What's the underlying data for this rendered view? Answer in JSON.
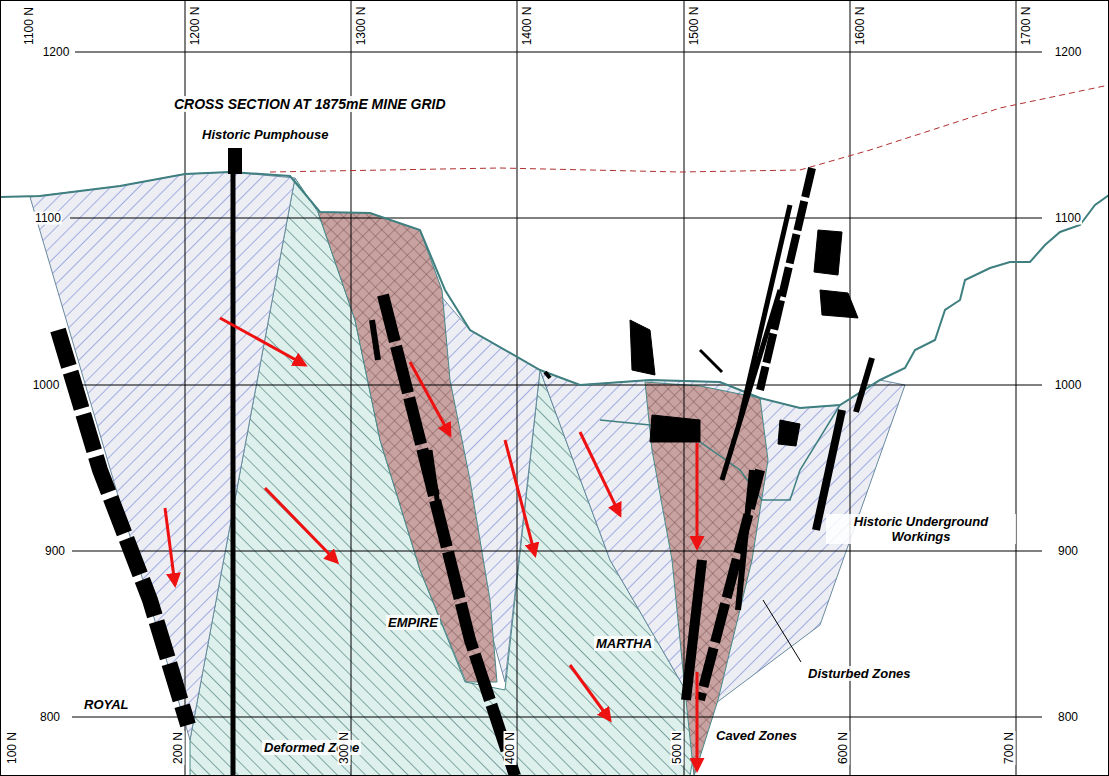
{
  "diagram": {
    "title": "CROSS SECTION AT 1875mE MINE GRID",
    "labels": [
      "Historic Pumphouse",
      "ROYAL",
      "EMPIRE",
      "MARTHA",
      "Historic Underground Workings",
      "Disturbed Zones",
      "Caved Zones",
      "Deformed Zone",
      "1100 N",
      "1200 N",
      "1300 N",
      "1400 N",
      "1500 N",
      "1600 N",
      "1700 N",
      "100 N",
      "200 N",
      "300 N",
      "400 N",
      "500 N",
      "600 N",
      "700 N",
      "1200",
      "1100",
      "1000",
      "900",
      "800",
      "1200",
      "1100",
      "1000",
      "900",
      "800"
    ]
  }
}
